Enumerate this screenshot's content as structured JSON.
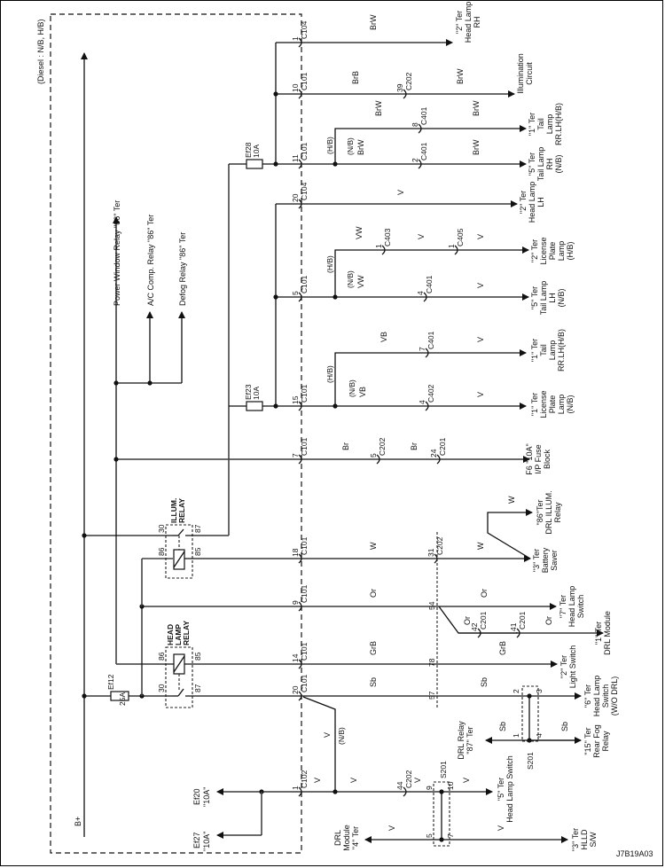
{
  "diagram_id": "J7B19A03",
  "note": "(Diesel : N/B, H/B)",
  "power": "B+",
  "fuses": {
    "ef12": {
      "name": "Ef12",
      "rating": "25A"
    },
    "ef23": {
      "name": "Ef23",
      "rating": "10A"
    },
    "ef28": {
      "name": "Ef28",
      "rating": "10A"
    },
    "ef20": {
      "name": "Ef20",
      "rating": "\"10A\""
    },
    "ef27": {
      "name": "Ef27",
      "rating": "\"10A\""
    }
  },
  "relays": {
    "illum": {
      "name_1": "ILLUM.",
      "name_2": "RELAY",
      "p30": "30",
      "p87": "87",
      "p86": "86",
      "p85": "85"
    },
    "head": {
      "name_1": "HEAD",
      "name_2": "LAMP",
      "name_3": "RELAY",
      "p30": "30",
      "p87": "87",
      "p86": "86",
      "p85": "85"
    }
  },
  "relay_outputs": [
    "Power Window Relay \"86\" Ter",
    "A/C Comp. Relay \"86\" Ter",
    "Defog Relay \"86\" Ter"
  ],
  "connectors": {
    "c104_1": {
      "pin": "1",
      "name": "C104"
    },
    "c101_10": {
      "pin": "10",
      "name": "C101"
    },
    "c101_11": {
      "pin": "11",
      "name": "C101"
    },
    "c104_20": {
      "pin": "20",
      "name": "C104"
    },
    "c101_5": {
      "pin": "5",
      "name": "C101"
    },
    "c101_15": {
      "pin": "15",
      "name": "C101"
    },
    "c101_7": {
      "pin": "7",
      "name": "C101"
    },
    "c101_18": {
      "pin": "18",
      "name": "C101"
    },
    "c101_9": {
      "pin": "9",
      "name": "C101"
    },
    "c101_14": {
      "pin": "14",
      "name": "C101"
    },
    "c101_20": {
      "pin": "20",
      "name": "C101"
    },
    "c102_1": {
      "pin": "1",
      "name": "C102"
    },
    "c202_39": {
      "pin": "39",
      "name": "C202"
    },
    "c401_8": {
      "pin": "8",
      "name": "C401"
    },
    "c401_2": {
      "pin": "2",
      "name": "C401"
    },
    "c403_1": {
      "pin": "1",
      "name": "C403"
    },
    "c405_1": {
      "pin": "1",
      "name": "C405"
    },
    "c401_4": {
      "pin": "4",
      "name": "C401"
    },
    "c401_7": {
      "pin": "7",
      "name": "C401"
    },
    "c402_4": {
      "pin": "4",
      "name": "C402"
    },
    "c202_5": {
      "pin": "5",
      "name": "C202"
    },
    "c201_24": {
      "pin": "24",
      "name": "C201"
    },
    "c202_31": {
      "pin": "31",
      "name": "C202"
    },
    "c202_54": {
      "pin": "54"
    },
    "c202_78": {
      "pin": "78"
    },
    "c202_57": {
      "pin": "57"
    },
    "c201_42": {
      "pin": "42",
      "name": "C201"
    },
    "c201_41": {
      "pin": "41",
      "name": "C201"
    },
    "c202_44": {
      "pin": "44",
      "name": "C202"
    }
  },
  "splices": {
    "s201_top": {
      "name": "S201",
      "p9": "9",
      "p10": "10",
      "p5": "5",
      "p7": "7"
    },
    "s201_right": {
      "name": "S201",
      "p2": "2",
      "p3": "3",
      "p1": "1",
      "p4": "4"
    }
  },
  "wire_colors": {
    "brw_top": "BrW",
    "brb": "BrB",
    "brw_c202": "BrW",
    "hb1": "(H/B)",
    "brw_c401_8_l": "BrW",
    "brw_c401_8_r": "BrW",
    "nb1": "(N/B)",
    "brw_11": "BrW",
    "brw_c401_2_r": "BrW",
    "v_20": "V",
    "hb2": "(H/B)",
    "vw_top": "VW",
    "v_c403": "V",
    "v_c405": "V",
    "nb2": "(N/B)",
    "vw_5": "VW",
    "v_c401_4": "V",
    "hb3": "(H/B)",
    "vb_top": "VB",
    "v_c401_7": "V",
    "nb3": "(N/B)",
    "vb_15": "VB",
    "v_c402": "V",
    "br_1": "Br",
    "br_2": "Br",
    "w_drl": "W",
    "w_1": "W",
    "w_2": "W",
    "or_1": "Or",
    "or_2": "Or",
    "or_3": "Or",
    "or_4": "Or",
    "grb_1": "GrB",
    "grb_2": "GrB",
    "sb_1": "Sb",
    "sb_2": "Sb",
    "sb_3": "Sb",
    "sb_4": "Sb",
    "v_nb": "V",
    "nb4": "(N/B)",
    "v_c102": "V",
    "v_c102b": "V",
    "v_c202_44": "V",
    "v_s201_10": "V",
    "v_drl_l": "V",
    "v_drl_r": "V"
  },
  "destinations": {
    "head_lamp_rh": [
      "\"2\" Ter",
      "Head Lamp",
      "RH"
    ],
    "illumination": [
      "Illumination",
      "Circuit"
    ],
    "tail_rr_lh_hb1": [
      "\"1\" Ter",
      "Tail",
      "Lamp",
      "RR.LH(H/B)"
    ],
    "tail_rh": [
      "\"5\" Ter",
      "Tail Lamp",
      "RH",
      "(N/B)"
    ],
    "head_lamp_lh": [
      "\"2\" Ter",
      "Head Lamp",
      "LH"
    ],
    "license_hb": [
      "\"2\" Ter",
      "License",
      "Plate",
      "Lamp",
      "(H/B)"
    ],
    "tail_lh": [
      "\"5\" Ter",
      "Tail Lamp",
      "LH",
      "(N/B)"
    ],
    "tail_rr_lh_hb2": [
      "\"1\" Ter",
      "Tail",
      "Lamp",
      "RR.LH(H/B)"
    ],
    "license_nb": [
      "\"1\" Ter",
      "License",
      "Plate",
      "Lamp",
      "(N/B)"
    ],
    "fuse_block": [
      "F6 \"10A\"",
      "I/P Fuse",
      "Block"
    ],
    "drl_illum_relay": [
      "\"86\"Ter",
      "DRL ILLUM.",
      "Relay"
    ],
    "battery_saver": [
      "\"3\" Ter",
      "Battery",
      "Saver"
    ],
    "head_lamp_switch_7": [
      "\"7\" Ter",
      "Head Lamp",
      "Switch"
    ],
    "drl_module_1": [
      "\"1\" Ter",
      "DRL Module"
    ],
    "light_switch_2": [
      "\"2\" Ter",
      "Light Switch"
    ],
    "head_lamp_switch_6": [
      "\"6\" Ter",
      "Head Lamp",
      "Switch",
      "(W/O DRL)"
    ],
    "rear_fog_relay": [
      "\"15\" Ter",
      "Rear Fog",
      "Relay"
    ],
    "drl_relay_87": [
      "DRL Relay",
      "\"87\" Ter"
    ],
    "head_lamp_switch_5": [
      "\"5\" Ter",
      "Head Lamp Switch"
    ],
    "drl_module_4": [
      "DRL",
      "Module",
      "\"4\" Ter"
    ],
    "hlld_sw": [
      "\"3\" Ter",
      "HLLD",
      "S/W"
    ]
  }
}
